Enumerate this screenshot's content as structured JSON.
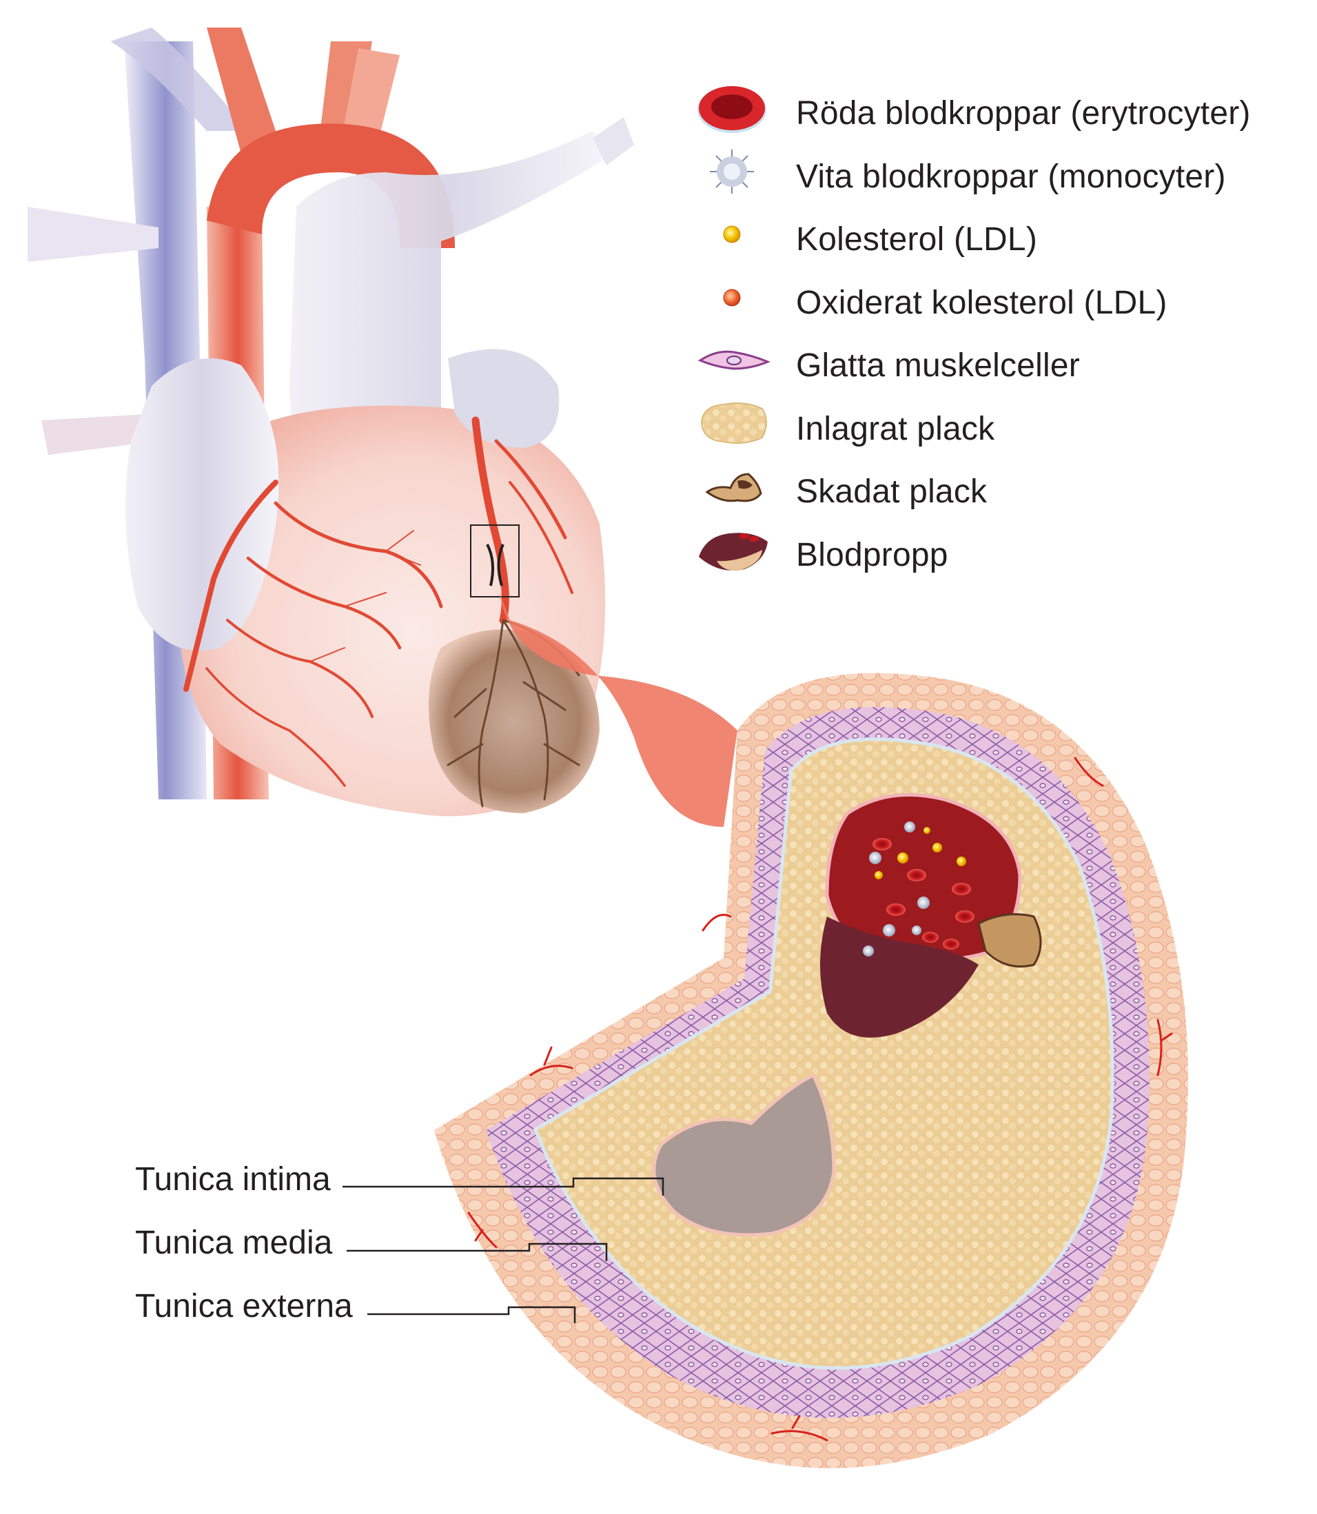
{
  "legend": {
    "items": [
      {
        "label": "Röda blodkroppar (erytrocyter)",
        "icon": "red-blood-cell-icon"
      },
      {
        "label": "Vita blodkroppar (monocyter)",
        "icon": "white-blood-cell-icon"
      },
      {
        "label": "Kolesterol (LDL)",
        "icon": "cholesterol-icon"
      },
      {
        "label": "Oxiderat kolesterol (LDL)",
        "icon": "oxidized-cholesterol-icon"
      },
      {
        "label": "Glatta muskelceller",
        "icon": "smooth-muscle-cell-icon"
      },
      {
        "label": "Inlagrat plack",
        "icon": "stored-plaque-icon"
      },
      {
        "label": "Skadat plack",
        "icon": "damaged-plaque-icon"
      },
      {
        "label": "Blodpropp",
        "icon": "blood-clot-icon"
      }
    ]
  },
  "layers": {
    "intima": "Tunica intima",
    "media": "Tunica media",
    "externa": "Tunica externa"
  },
  "colors": {
    "artery_red": "#e04a35",
    "vein_blue": "#8c8fc9",
    "plaque": "#efd3a0",
    "clot": "#6e2430",
    "text": "#231f20"
  }
}
